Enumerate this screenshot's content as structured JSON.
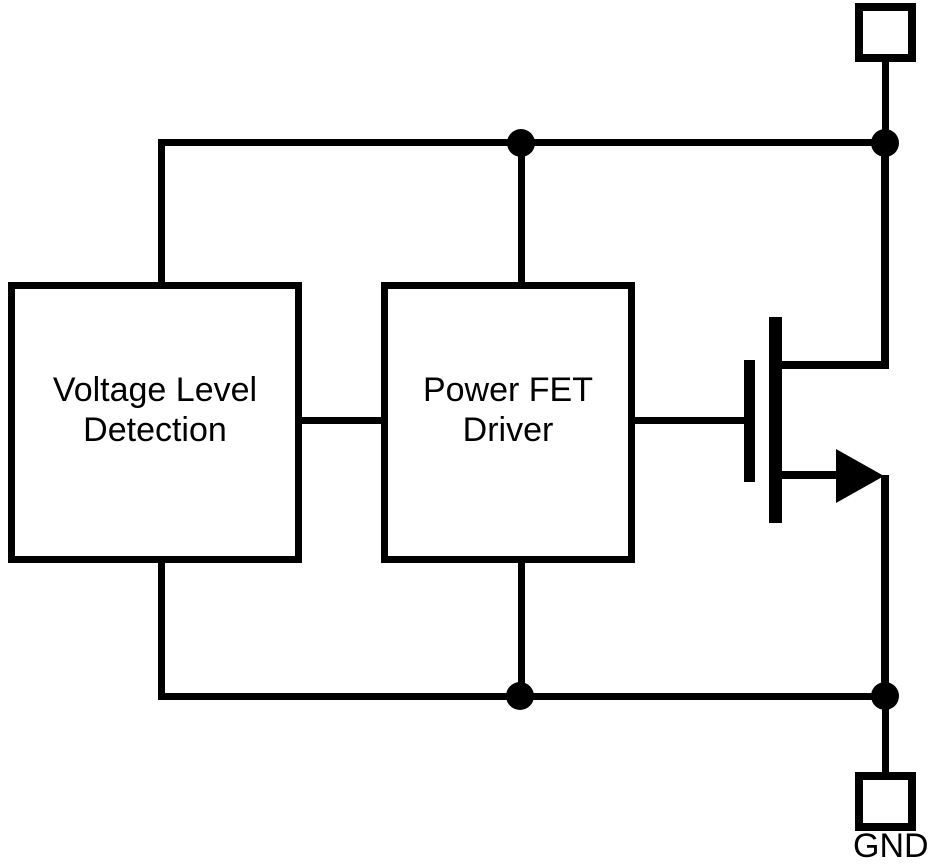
{
  "colors": {
    "line": "#000000",
    "background": "#ffffff",
    "text": "#000000"
  },
  "blocks": {
    "voltage_level_detection": {
      "line1": "Voltage Level",
      "line2": "Detection"
    },
    "power_fet_driver": {
      "line1": "Power FET",
      "line2": "Driver"
    }
  },
  "terminals": {
    "top_pin": {
      "label": ""
    },
    "gnd_pin": {
      "label": "GND"
    }
  },
  "icons": {
    "junction_dot": "filled-circle",
    "top_pin": "open-square-terminal",
    "gnd_pin": "open-square-terminal",
    "mosfet": "power-fet-symbol",
    "source_arrow": "right-pointing-triangle"
  }
}
